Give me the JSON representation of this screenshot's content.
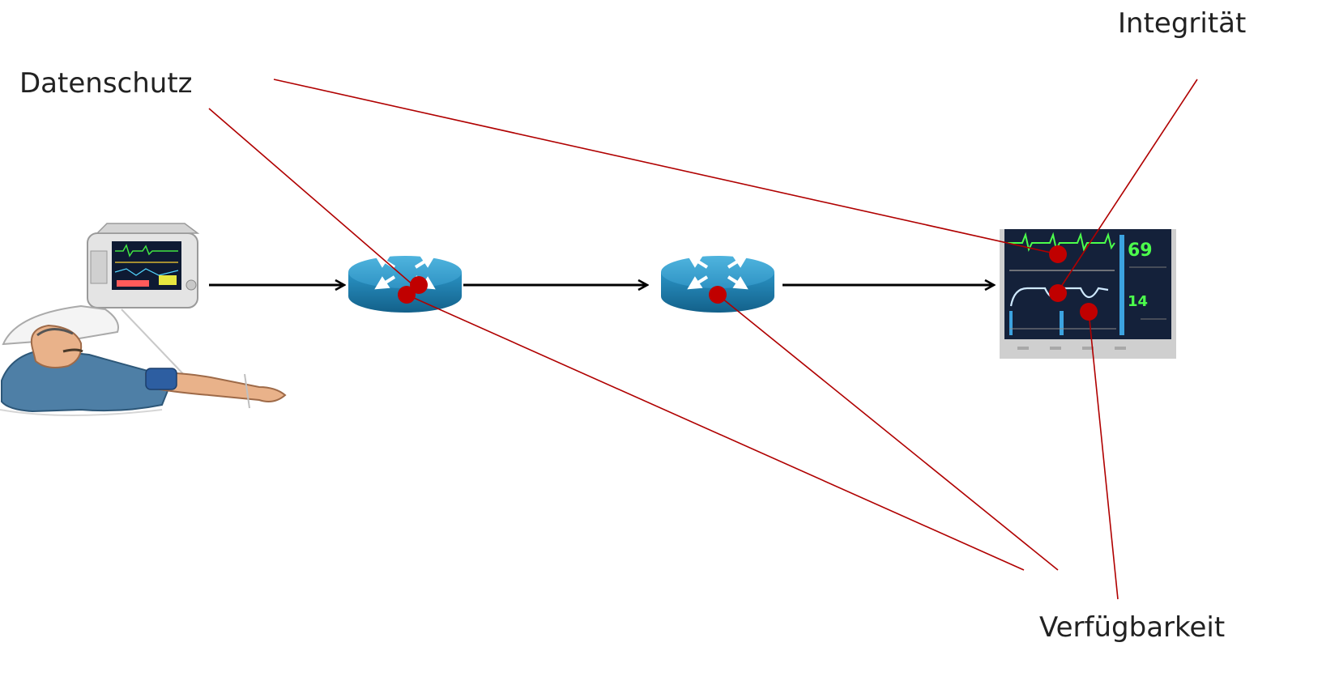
{
  "labels": {
    "privacy": "Datenschutz",
    "integrity": "Integrität",
    "availability": "Verfügbarkeit"
  },
  "monitor_screen": {
    "heart_rate": "69",
    "resp_rate": "14"
  },
  "colors": {
    "connector_line": "#b00000",
    "attack_point": "#c00000",
    "flow_arrow": "#000000",
    "router_top": "#3aa3cf",
    "router_side": "#1c7fae",
    "monitor_screen_bg": "#14213a",
    "vitals_green": "#4cff4c"
  },
  "icons": {
    "bedside_monitor": "bedside-patient-monitor-icon",
    "patient": "patient-in-bed-icon",
    "router": "network-router-icon",
    "central_monitor": "central-vitals-monitor-icon"
  }
}
